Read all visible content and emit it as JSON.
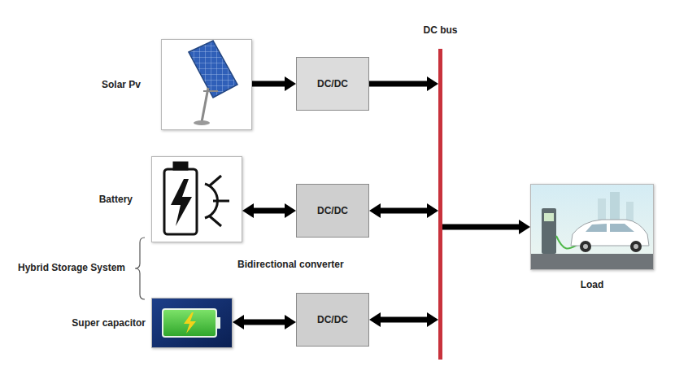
{
  "diagram": {
    "nodes": [
      {
        "text": [
          "Solar Pv"
        ]
      },
      {
        "text": [
          "DC/DC"
        ]
      },
      {
        "text": [
          "DC bus"
        ]
      },
      {
        "text": [
          "Battery"
        ]
      },
      {
        "text": [
          "DC/DC"
        ]
      },
      {
        "text": [
          "Super capacitor"
        ]
      },
      {
        "text": [
          "DC/DC"
        ]
      },
      {
        "text": [
          "Load"
        ]
      }
    ],
    "edges": [
      {
        "from": 0,
        "to": 1,
        "arrow": "to"
      },
      {
        "from": 1,
        "to": 2,
        "arrow": "to"
      },
      {
        "from": 3,
        "to": 4,
        "arrow": "both"
      },
      {
        "from": 4,
        "to": 2,
        "arrow": "both"
      },
      {
        "from": 5,
        "to": 6,
        "arrow": "both"
      },
      {
        "from": 6,
        "to": 2,
        "arrow": "both"
      },
      {
        "from": 2,
        "to": 7,
        "arrow": "to"
      }
    ],
    "labels": [
      "Hybrid Storage System",
      "Bidirectional converter"
    ]
  }
}
